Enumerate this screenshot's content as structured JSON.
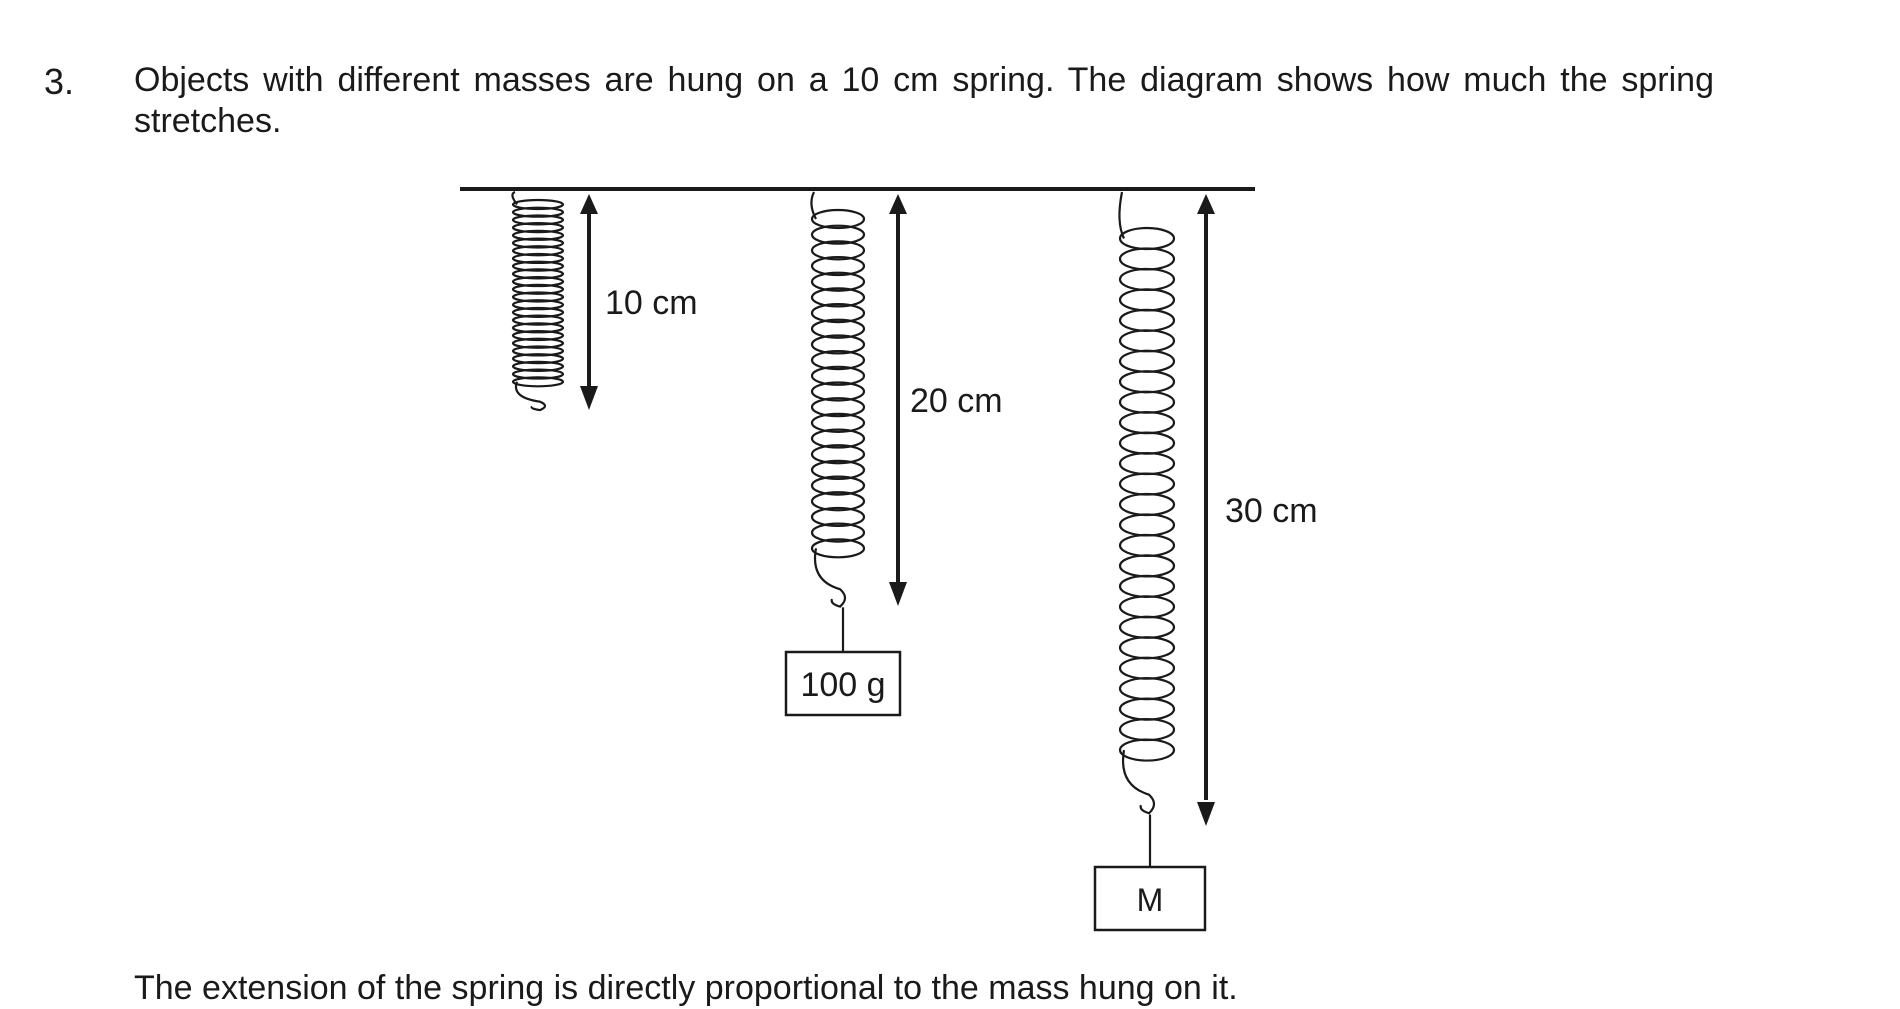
{
  "question": {
    "number": "3.",
    "text": "Objects with different masses are hung on a 10 cm spring. The diagram shows how much the spring stretches."
  },
  "diagram": {
    "springs": [
      {
        "length_label": "10 cm",
        "mass_label": ""
      },
      {
        "length_label": "20 cm",
        "mass_label": "100 g"
      },
      {
        "length_label": "30 cm",
        "mass_label": "M"
      }
    ]
  },
  "continuation_text": "The extension of the spring is directly proportional to the mass hung on it."
}
